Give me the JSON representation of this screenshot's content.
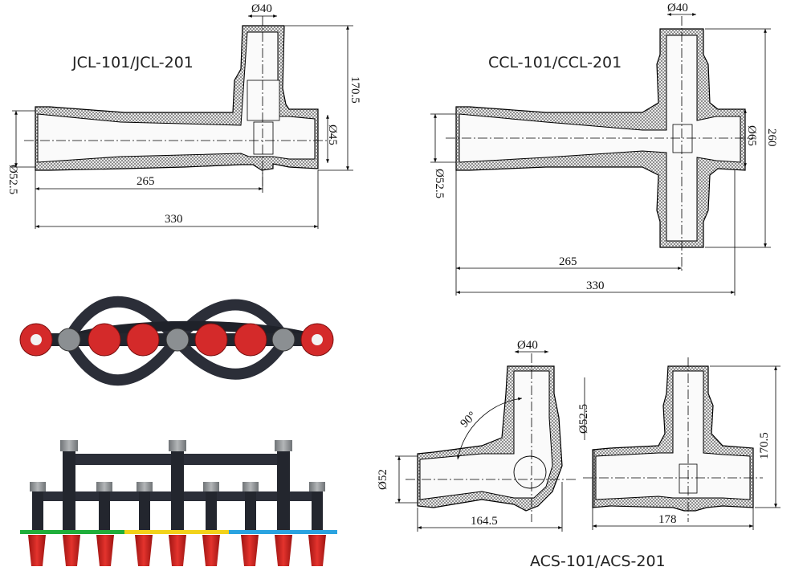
{
  "drawings": {
    "jcl": {
      "title": "JCL-101/JCL-201",
      "dims": {
        "top_dia": "Ø40",
        "height": "170.5",
        "right_dia": "Ø45",
        "left_dia": "Ø52.5",
        "inner_len": "265",
        "total_len": "330"
      }
    },
    "ccl": {
      "title": "CCL-101/CCL-201",
      "dims": {
        "top_dia": "Ø40",
        "height": "260",
        "right_dia": "Ø65",
        "left_dia": "Ø52.5",
        "inner_len": "265",
        "total_len": "330"
      }
    },
    "acs": {
      "title": "ACS-101/ACS-201",
      "dims": {
        "top_dia": "Ø40",
        "angle": "90°",
        "left_dia": "Ø52",
        "length_a": "164.5",
        "top_dia_b": "Ø52.5",
        "height_b": "170.5",
        "length_b": "178"
      }
    }
  },
  "colors": {
    "drawing_fill": "#f0f0f0",
    "hatch": "#555555",
    "cable": "#2b2e38",
    "flange": "#d42a2a",
    "bushing": "#c8201e",
    "cap": "#8b8f92",
    "strip_green": "#1fae3a",
    "strip_yellow": "#f2d21a",
    "strip_blue": "#2aa3e0"
  },
  "icons": {
    "top_view": "cable-assembly-top-view",
    "front_view": "cable-assembly-front-view"
  }
}
